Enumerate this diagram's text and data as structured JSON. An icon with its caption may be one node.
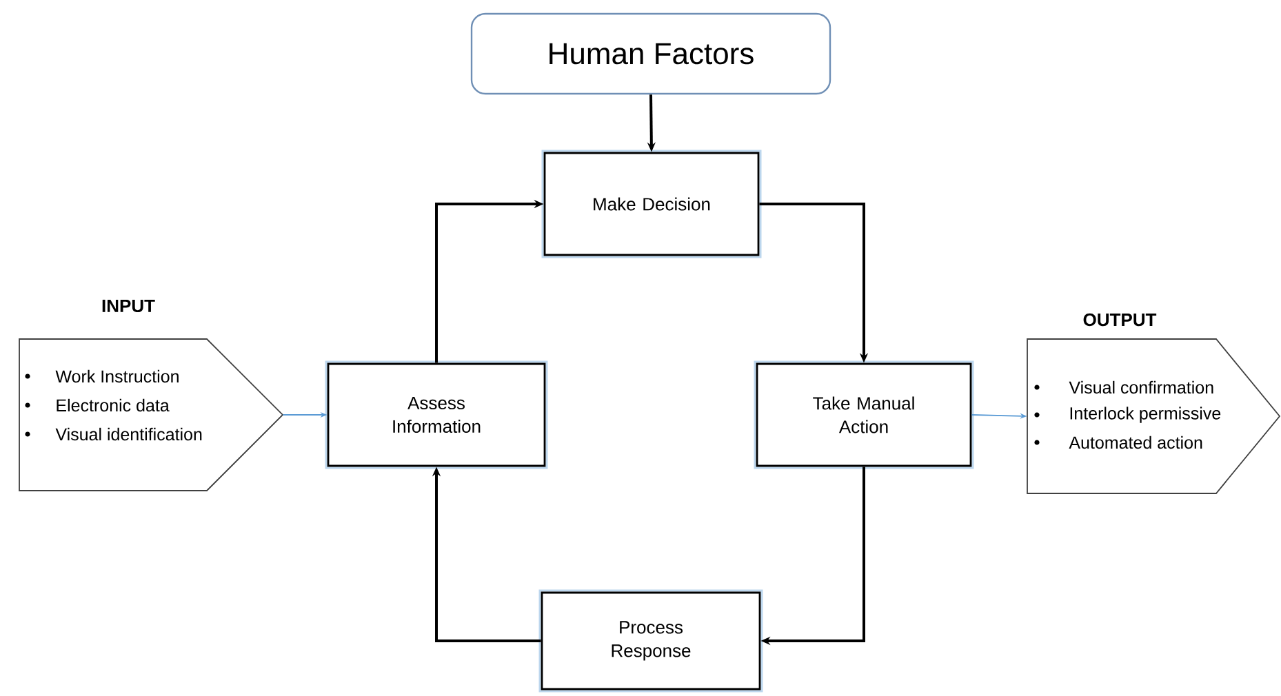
{
  "diagram": {
    "nodes": [
      {
        "text": [
          "Human Factors"
        ]
      },
      {
        "text": [
          "Make Decision"
        ]
      },
      {
        "text": [
          "INPUT",
          "Work Instruction",
          "Electronic data",
          "Visual identification"
        ]
      },
      {
        "text": [
          "Assess Information"
        ]
      },
      {
        "text": [
          "Take Manual Action"
        ]
      },
      {
        "text": [
          "OUTPUT",
          "Visual confirmation",
          "Interlock permissive",
          "Automated action"
        ]
      },
      {
        "text": [
          "Process Response"
        ]
      }
    ],
    "edges": [
      {
        "from": 0,
        "to": 1,
        "arrow": "to"
      },
      {
        "from": 3,
        "to": 1,
        "arrow": "to"
      },
      {
        "from": 1,
        "to": 4,
        "arrow": "to"
      },
      {
        "from": 4,
        "to": 6,
        "arrow": "to"
      },
      {
        "from": 6,
        "to": 3,
        "arrow": "to"
      },
      {
        "from": 2,
        "to": 3,
        "arrow": "to",
        "color": "#5b9bd5"
      },
      {
        "from": 4,
        "to": 5,
        "arrow": "to",
        "color": "#5b9bd5"
      }
    ]
  }
}
